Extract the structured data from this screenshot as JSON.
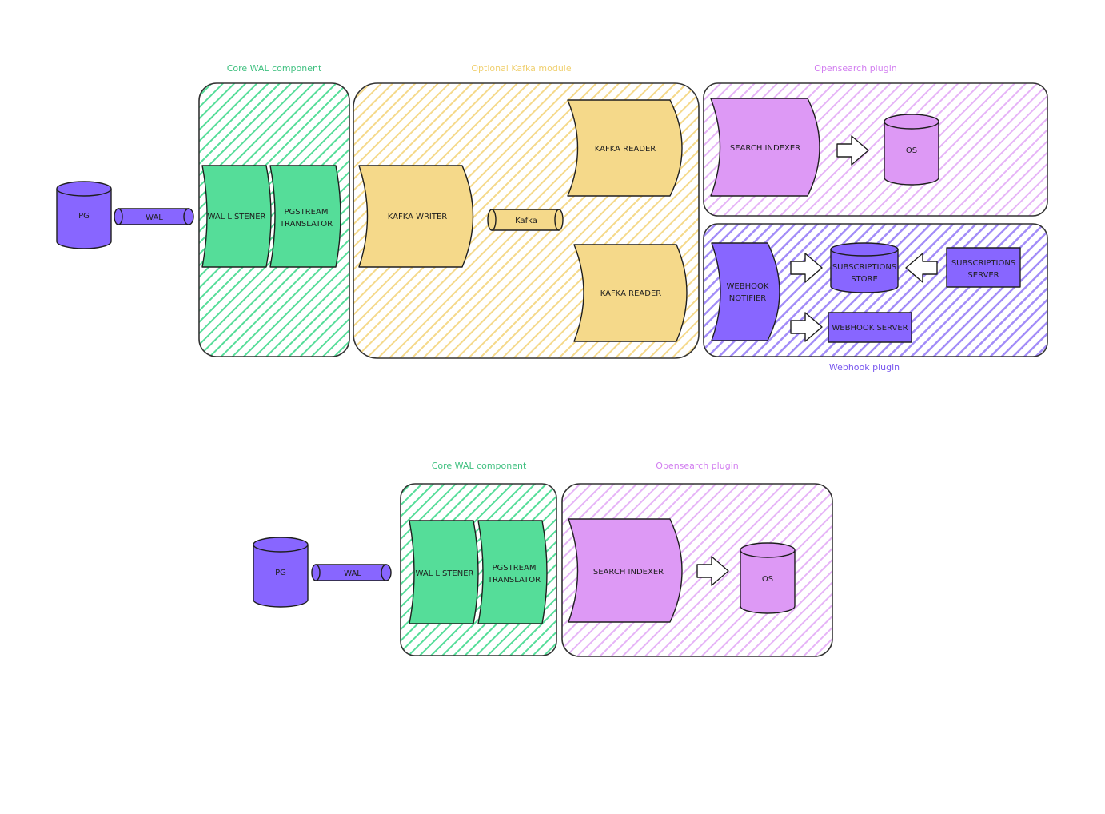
{
  "colors": {
    "core": "#55dd99",
    "kafka": "#f5d98a",
    "opensearch": "#dd99f5",
    "webhook": "#8866ff",
    "core_title": "#40c080",
    "kafka_title": "#f0d070",
    "opensearch_title": "#d27ef0",
    "webhook_title": "#7755ee"
  },
  "top": {
    "groups": {
      "core": "Core WAL component",
      "kafka": "Optional Kafka module",
      "opensearch": "Opensearch plugin",
      "webhook": "Webhook plugin"
    },
    "pg": "PG",
    "wal": "WAL",
    "wal_listener": "WAL LISTENER",
    "pgstream_translator": [
      "PGSTREAM",
      "TRANSLATOR"
    ],
    "kafka_writer": "KAFKA WRITER",
    "kafka": "Kafka",
    "kafka_reader_1": "KAFKA READER",
    "kafka_reader_2": "KAFKA READER",
    "search_indexer": "SEARCH INDEXER",
    "os": "OS",
    "webhook_notifier": [
      "WEBHOOK",
      "NOTIFIER"
    ],
    "subscriptions_store": [
      "SUBSCRIPTIONS",
      "STORE"
    ],
    "subscriptions_server": [
      "SUBSCRIPTIONS",
      "SERVER"
    ],
    "webhook_server": "WEBHOOK SERVER"
  },
  "bottom": {
    "groups": {
      "core": "Core WAL component",
      "opensearch": "Opensearch plugin"
    },
    "pg": "PG",
    "wal": "WAL",
    "wal_listener": "WAL LISTENER",
    "pgstream_translator": [
      "PGSTREAM",
      "TRANSLATOR"
    ],
    "search_indexer": "SEARCH INDEXER",
    "os": "OS"
  }
}
